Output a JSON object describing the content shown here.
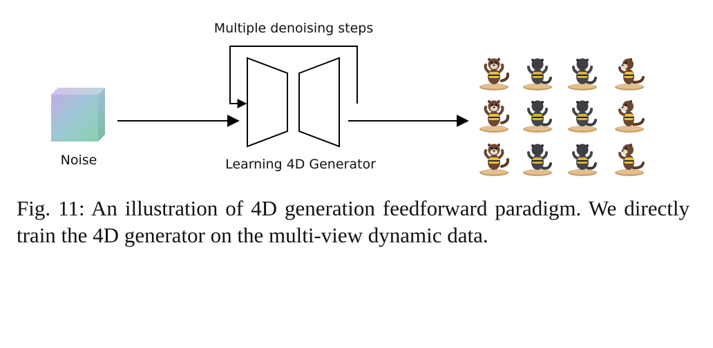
{
  "diagram": {
    "loop_label": "Multiple denoising steps",
    "input_label": "Noise",
    "model_label": "Learning 4D Generator",
    "output_grid": {
      "rows": 3,
      "cols": 4,
      "subject": "otter character on surfboard",
      "views": [
        "front",
        "back",
        "back",
        "side"
      ]
    }
  },
  "caption": {
    "text": "Fig. 11: An illustration of 4D generation feedforward paradigm. We directly train the 4D generator on the multi-view dynamic data."
  }
}
